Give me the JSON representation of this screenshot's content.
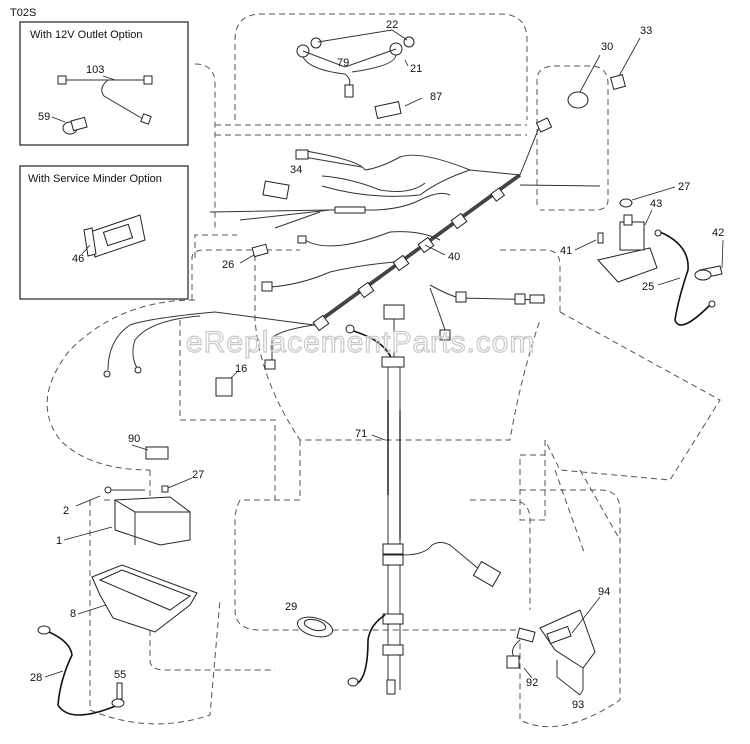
{
  "diagram": {
    "code": "T02S",
    "watermark": "eReplacementParts.com",
    "insets": [
      {
        "title": "With 12V Outlet Option",
        "parts": [
          "103",
          "59"
        ]
      },
      {
        "title": "With Service Minder Option",
        "parts": [
          "46"
        ]
      }
    ],
    "labels": {
      "p103": "103",
      "p59": "59",
      "p46": "46",
      "p22": "22",
      "p79": "79",
      "p21": "21",
      "p87": "87",
      "p30": "30",
      "p33": "33",
      "p34": "34",
      "p27a": "27",
      "p43": "43",
      "p41": "41",
      "p42": "42",
      "p25": "25",
      "p40": "40",
      "p26": "26",
      "p16": "16",
      "p90": "90",
      "p27b": "27",
      "p2": "2",
      "p1": "1",
      "p8": "8",
      "p71": "71",
      "p29": "29",
      "p28": "28",
      "p55": "55",
      "p94": "94",
      "p92": "92",
      "p93": "93"
    }
  }
}
